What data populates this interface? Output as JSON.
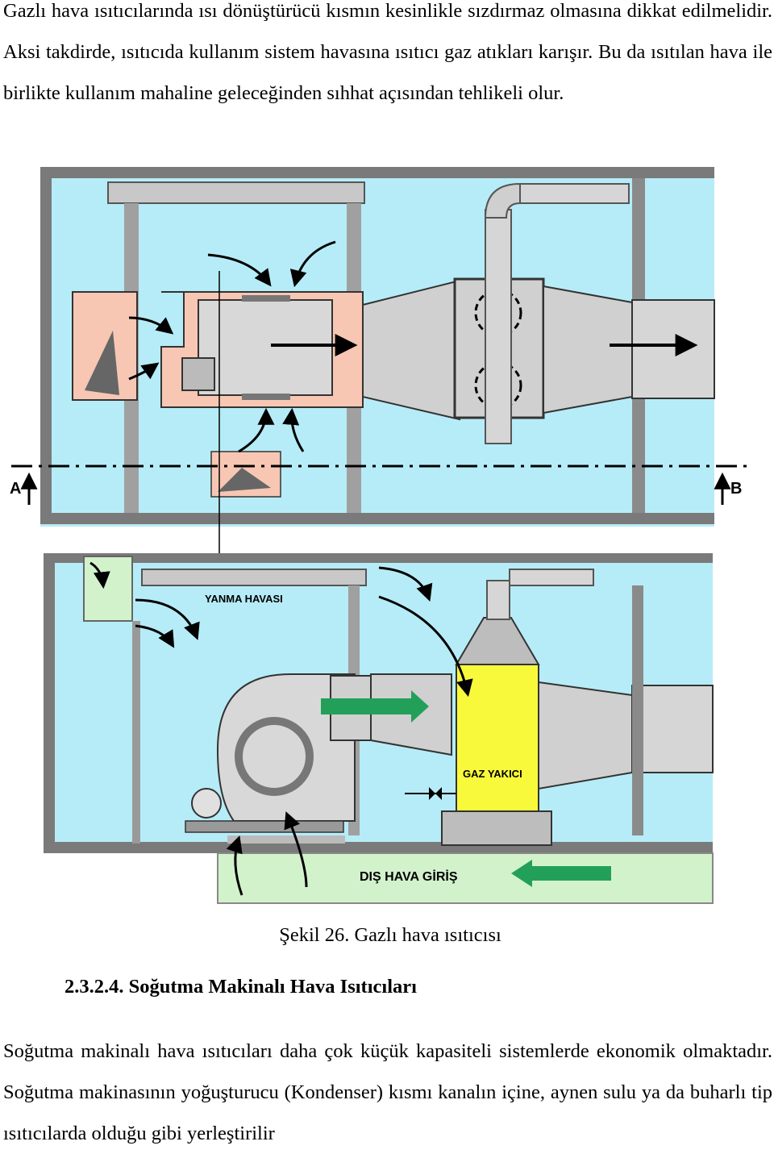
{
  "paragraph_top": "Gazlı hava ısıtıcılarında ısı dönüştürücü kısmın kesinlikle sızdırmaz olmasına dikkat edilmelidir. Aksi takdirde, ısıtıcıda kullanım sistem havasına ısıtıcı gaz atıkları karışır. Bu da ısıtılan hava ile birlikte kullanım mahaline geleceğinden sıhhat açısından tehlikeli olur.",
  "figure": {
    "section_a_label": "A",
    "section_b_label": "B",
    "combustion_air_label": "YANMA HAVASI",
    "gas_burner_label": "GAZ YAKICI",
    "outside_air_label": "DIŞ HAVA GİRİŞ",
    "colors": {
      "duct_background": "#b6ecf7",
      "heat_exchanger": "#f7c7b4",
      "burner_yellow": "#f9f93c",
      "outside_air_green": "#d2f2cb",
      "arrow_green": "#22a05a",
      "metal_grey": "#c8c8c8"
    }
  },
  "caption": "Şekil 26. Gazlı hava ısıtıcısı",
  "heading": "2.3.2.4. Soğutma Makinalı Hava Isıtıcıları",
  "paragraph_bottom": "Soğutma makinalı hava ısıtıcıları daha çok küçük kapasiteli sistemlerde ekonomik olmaktadır. Soğutma makinasının yoğuşturucu (Kondenser) kısmı kanalın içine, aynen sulu ya da buharlı tip ısıtıcılarda olduğu gibi yerleştirilir"
}
